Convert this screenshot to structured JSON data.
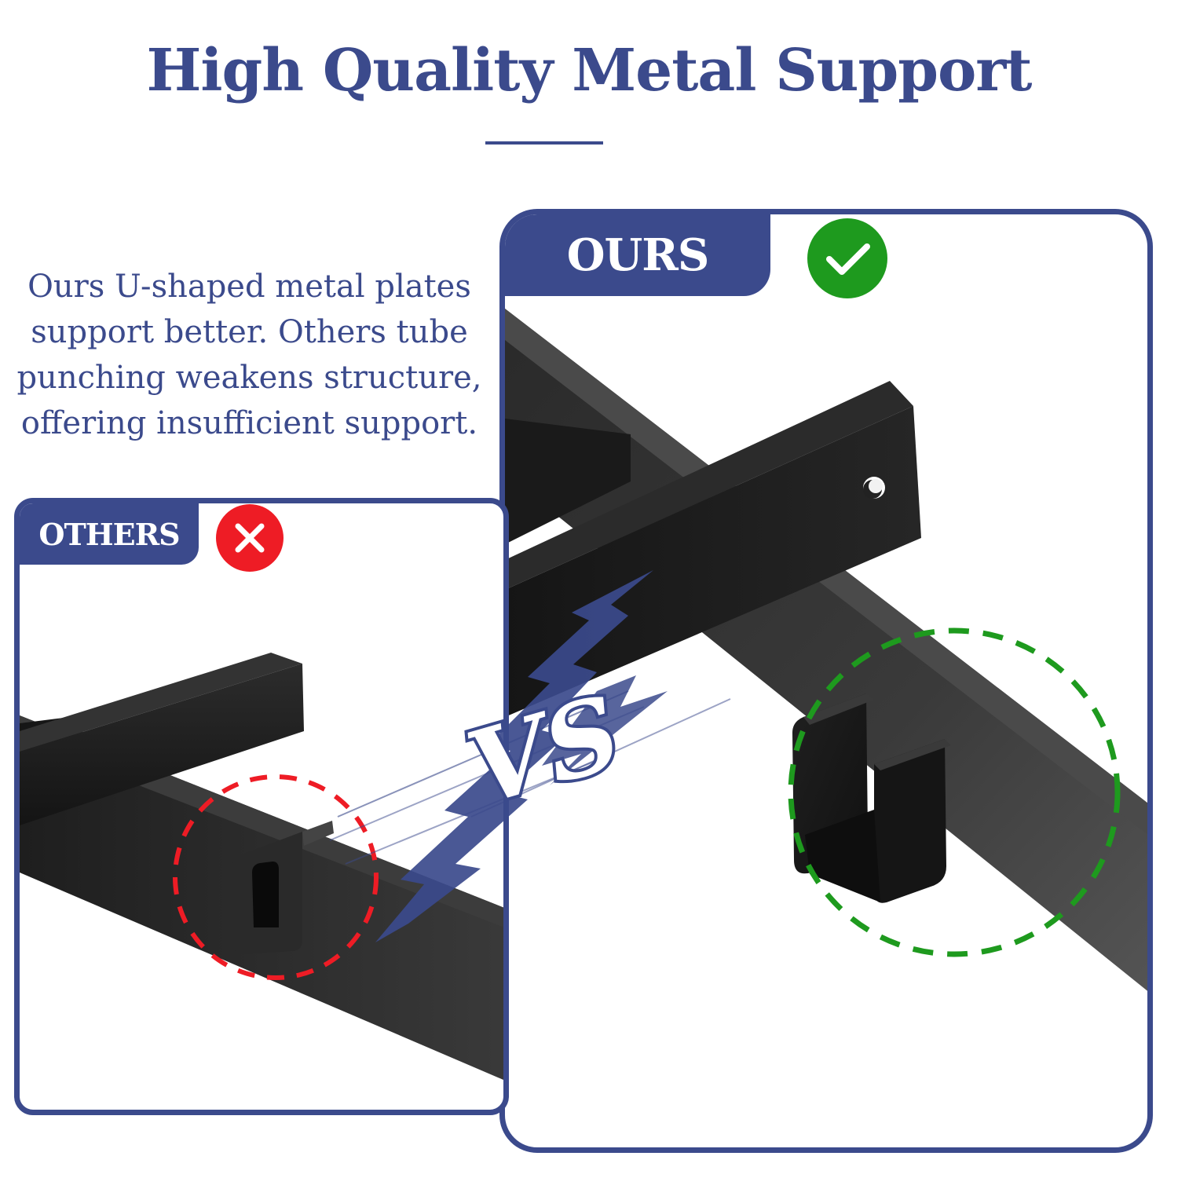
{
  "header": {
    "title": "High Quality Metal Support"
  },
  "description": {
    "lines": [
      "Ours U-shaped metal plates",
      "support better. Others tube",
      "punching weakens structure,",
      "offering insufficient support."
    ]
  },
  "comparison": {
    "others_label": "OTHERS",
    "ours_label": "OURS",
    "vs_label": "VS",
    "others_icon": "cross-icon",
    "ours_icon": "check-icon"
  },
  "colors": {
    "brand_blue": "#3b4a8c",
    "bad_red": "#ee1c25",
    "good_green": "#1e9a1e",
    "metal_black": "#1c1c1c"
  }
}
